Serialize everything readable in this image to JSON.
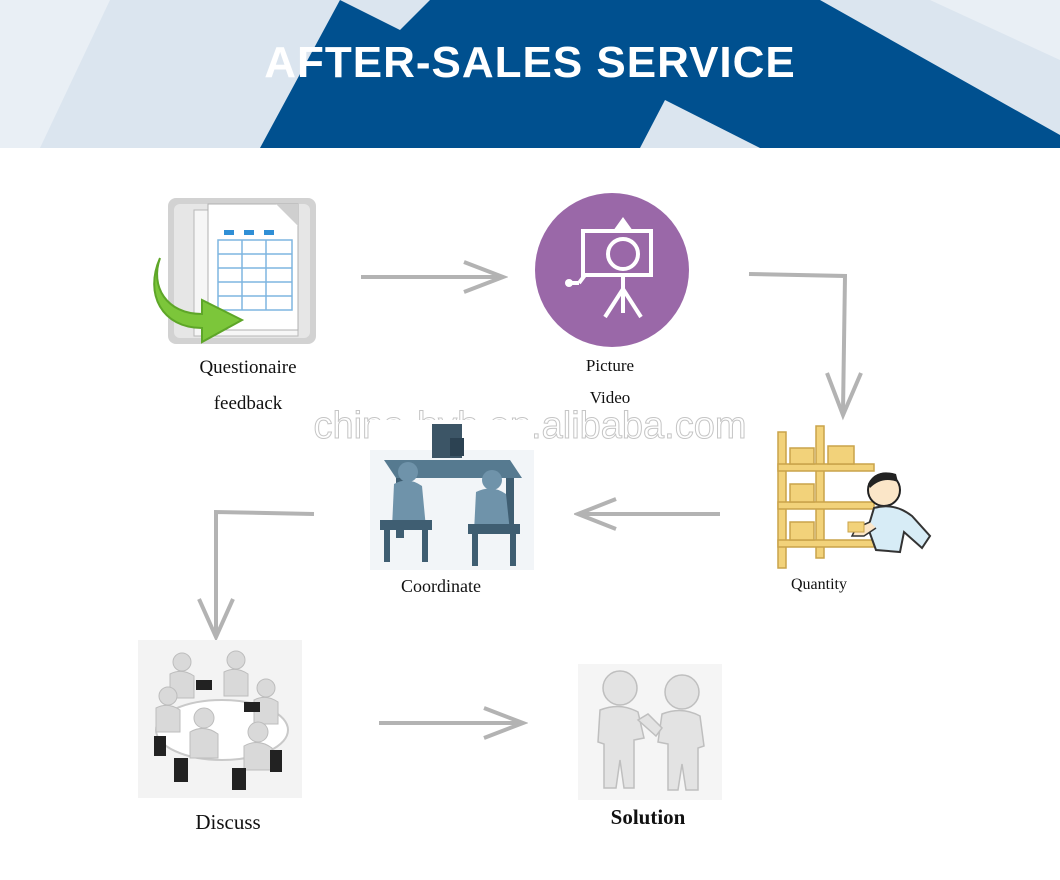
{
  "header": {
    "title": "AFTER-SALES SERVICE"
  },
  "watermark": "china-hyh.en.alibaba.com",
  "steps": [
    {
      "label_1": "Questionaire",
      "label_2": "feedback",
      "icon": "spreadsheet-with-green-arrow-icon"
    },
    {
      "label_1": "Picture",
      "label_2": "Video",
      "icon": "camera-on-tripod-icon"
    },
    {
      "label": "Quantity",
      "icon": "worker-checking-shelves-icon"
    },
    {
      "label": "Coordinate",
      "icon": "people-at-desk-icon"
    },
    {
      "label": "Discuss",
      "icon": "meeting-table-icon"
    },
    {
      "label": "Solution",
      "icon": "handshake-icon"
    }
  ],
  "colors": {
    "banner_dark": "#00508f",
    "banner_light": "#d9e4ee",
    "arrow": "#b3b3b3",
    "camera_circle": "#9a68a8"
  }
}
